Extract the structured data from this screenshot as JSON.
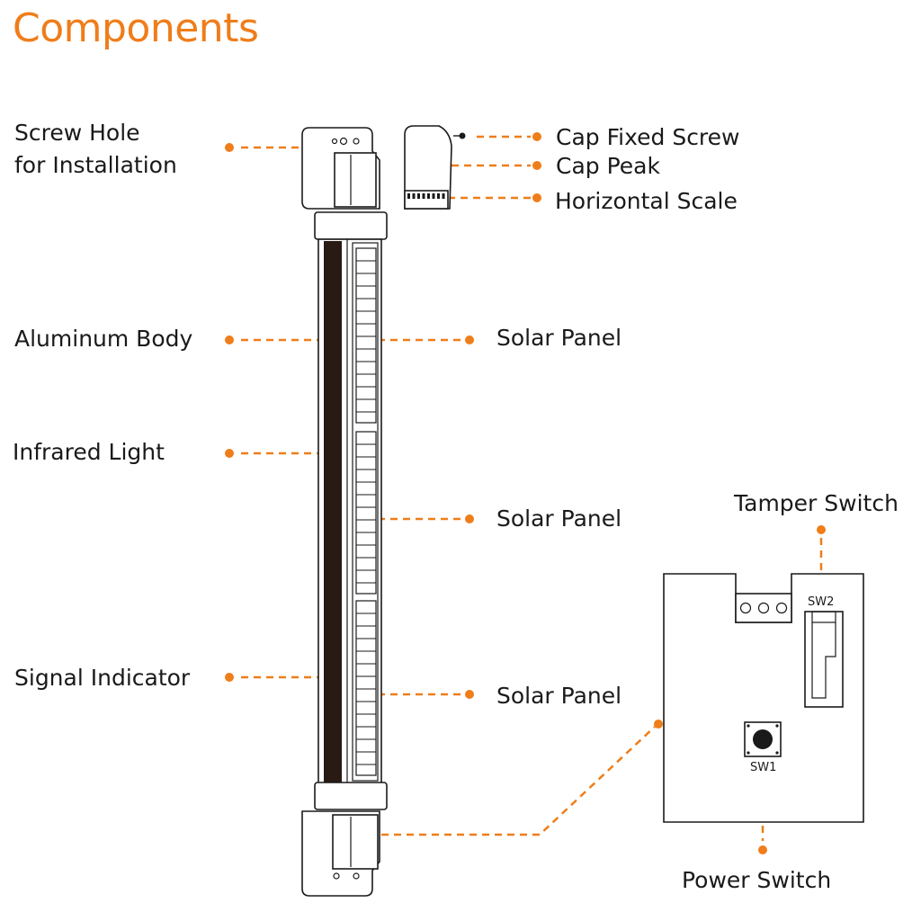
{
  "title": "Components",
  "labels": {
    "screw_hole": [
      "Screw Hole",
      "for Installation"
    ],
    "cap_fixed_screw": "Cap Fixed Screw",
    "cap_peak": "Cap Peak",
    "horizontal_scale": "Horizontal Scale",
    "aluminum_body": "Aluminum Body",
    "infrared_light": "Infrared Light",
    "signal_indicator": "Signal Indicator",
    "solar_panel": "Solar Panel",
    "tamper_switch": "Tamper Switch",
    "power_switch": "Power Switch",
    "sw2": "SW2",
    "sw1": "SW1"
  },
  "colors": {
    "accent": "#ef7d1a",
    "line": "#1a1a1a",
    "dark_strip": "#2a1a14"
  }
}
